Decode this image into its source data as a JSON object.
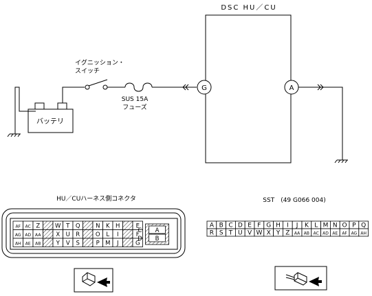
{
  "circuit": {
    "unit_title": "DSC HU／CU",
    "switch_label_line1": "イグニッション・",
    "switch_label_line2": "スイッチ",
    "fuse_label_line1": "SUS 15A",
    "fuse_label_line2": "フューズ",
    "battery_label": "バッテリ",
    "terminal_g": "G",
    "terminal_a": "A"
  },
  "connector": {
    "title": "HU／CUハーネス側コネクタ",
    "row1": [
      "AF",
      "AC",
      "Z",
      "",
      "W",
      "T",
      "Q",
      "",
      "N",
      "K",
      "H",
      "",
      "E"
    ],
    "row2": [
      "AG",
      "AD",
      "AA",
      "",
      "X",
      "U",
      "R",
      "",
      "O",
      "L",
      "I",
      "",
      "F"
    ],
    "row3": [
      "AH",
      "AE",
      "AB",
      "",
      "Y",
      "V",
      "S",
      "",
      "P",
      "M",
      "J",
      "",
      "G"
    ],
    "right_top": "C",
    "right_top2": "A",
    "right_bottom": "D",
    "right_bottom2": "B"
  },
  "sst": {
    "title": "SST　(49 G066 004)",
    "row1": [
      "A",
      "B",
      "C",
      "D",
      "E",
      "F",
      "G",
      "H",
      "I",
      "J",
      "K",
      "L",
      "M",
      "N",
      "O",
      "P",
      "Q"
    ],
    "row2": [
      "R",
      "S",
      "T",
      "U",
      "V",
      "W",
      "X",
      "Y",
      "Z",
      "AA",
      "AB",
      "AC",
      "AD",
      "AE",
      "AF",
      "AG",
      "AH"
    ]
  }
}
